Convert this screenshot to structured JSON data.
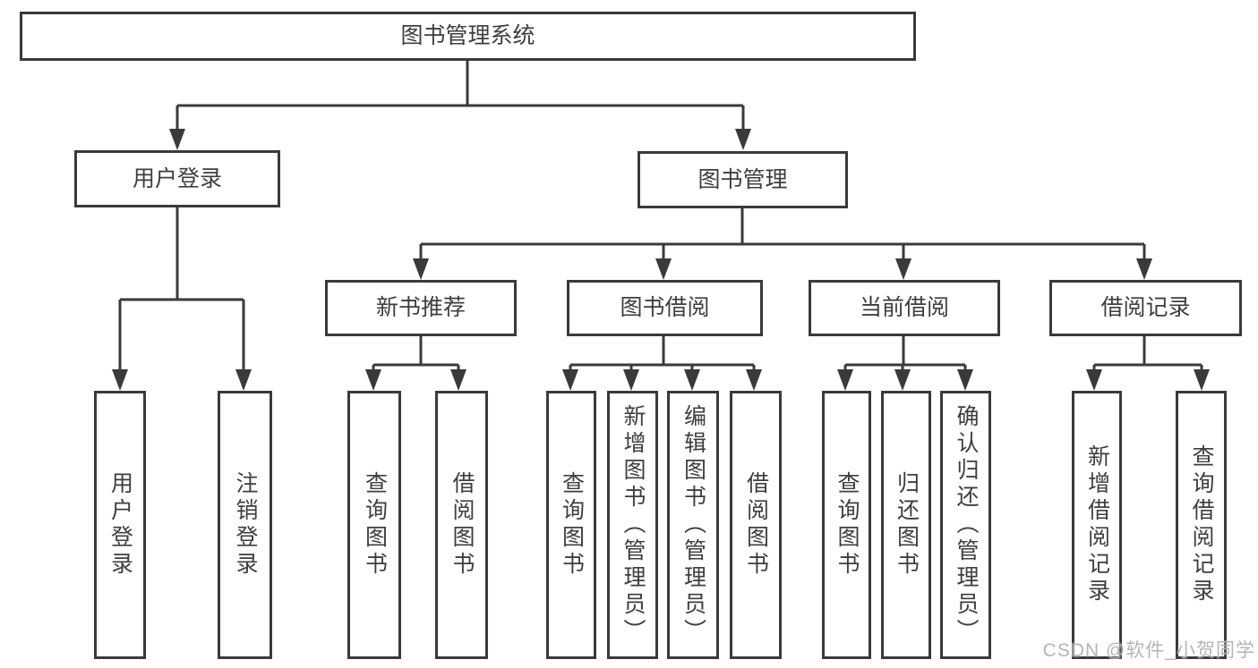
{
  "tree": {
    "root": {
      "label": "图书管理系统"
    },
    "children": [
      {
        "label": "用户登录",
        "children": [
          {
            "label": "用户登录"
          },
          {
            "label": "注销登录"
          }
        ]
      },
      {
        "label": "图书管理",
        "children": [
          {
            "label": "新书推荐",
            "children": [
              {
                "label": "查询图书"
              },
              {
                "label": "借阅图书"
              }
            ]
          },
          {
            "label": "图书借阅",
            "children": [
              {
                "label": "查询图书"
              },
              {
                "label": "新增图书（管理员）"
              },
              {
                "label": "编辑图书（管理员）"
              },
              {
                "label": "借阅图书"
              }
            ]
          },
          {
            "label": "当前借阅",
            "children": [
              {
                "label": "查询图书"
              },
              {
                "label": "归还图书"
              },
              {
                "label": "确认归还（管理员）"
              }
            ]
          },
          {
            "label": "借阅记录",
            "children": [
              {
                "label": "新增借阅记录"
              },
              {
                "label": "查询借阅记录"
              }
            ]
          }
        ]
      }
    ]
  },
  "watermark": {
    "text": "CSDN @软件_小贺同学"
  },
  "colors": {
    "line": "#3a3a3a",
    "text": "#3e3e3e",
    "watermark": "#aeaeae",
    "background": "#ffffff"
  }
}
